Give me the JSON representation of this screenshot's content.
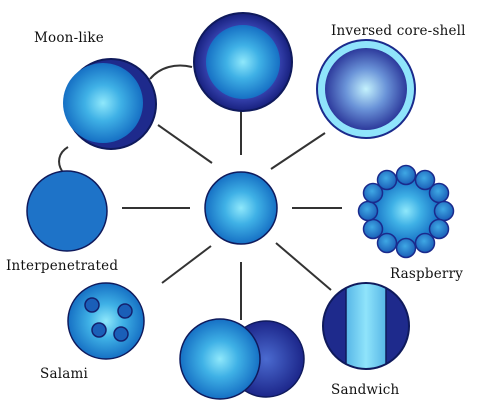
{
  "labels": {
    "moon_like": "Moon-like",
    "inversed_core_shell": "Inversed core-shell",
    "interpenetrated": "Interpenetrated",
    "raspberry": "Raspberry",
    "salami": "Salami",
    "sandwich": "Sandwich"
  },
  "colors": {
    "dark_navy": "#1e2a8c",
    "mid_blue": "#1681cf",
    "light_cyan": "#8fe4fb",
    "line": "#333333"
  }
}
